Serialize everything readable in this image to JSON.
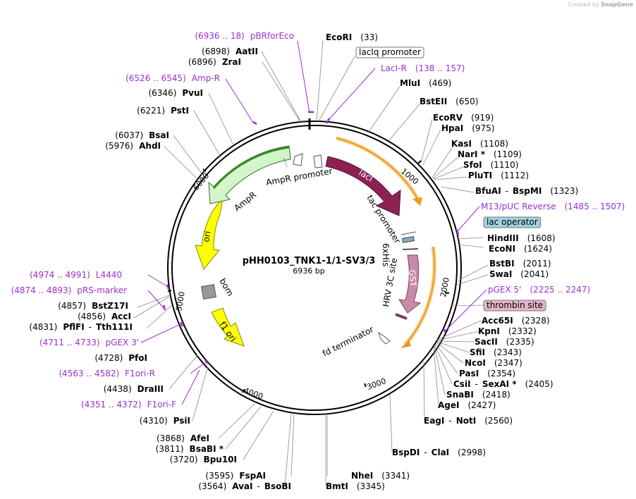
{
  "credit": {
    "prefix": "Created by",
    "brand": "SnapGene"
  },
  "plasmid": {
    "name": "pHH0103_TNK1-1/1-SV3/3",
    "length_label": "6936 bp"
  },
  "ticks": [
    "1000",
    "2000",
    "3000",
    "4000",
    "5000",
    "6000"
  ],
  "colors": {
    "primer": "#9b30d0",
    "lacI": "#8b2252",
    "ampR": "#c6f5c0",
    "ori": "#ffff00",
    "gst": "#c98aa8",
    "feature_orange": "#f0a830"
  },
  "labels": [
    {
      "id": "EcoRI",
      "n": "EcoRI",
      "p": "(33)",
      "t": "enzyme"
    },
    {
      "id": "lacIq",
      "n": "lacIq promoter",
      "t": "box"
    },
    {
      "id": "LacIR",
      "n": "LacI-R",
      "p": "(138 .. 157)",
      "t": "primer"
    },
    {
      "id": "MluI",
      "n": "MluI",
      "p": "(469)",
      "t": "enzyme"
    },
    {
      "id": "BstEII",
      "n": "BstEII",
      "p": "(650)",
      "t": "enzyme"
    },
    {
      "id": "EcoRV",
      "n": "EcoRV",
      "p": "(919)",
      "t": "enzyme"
    },
    {
      "id": "HpaI",
      "n": "HpaI",
      "p": "(975)",
      "t": "enzyme"
    },
    {
      "id": "KasI",
      "n": "KasI",
      "p": "(1108)",
      "t": "enzyme"
    },
    {
      "id": "NarI",
      "n": "NarI *",
      "p": "(1109)",
      "t": "enzyme"
    },
    {
      "id": "SfoI",
      "n": "SfoI",
      "p": "(1110)",
      "t": "enzyme"
    },
    {
      "id": "PluTI",
      "n": "PluTI",
      "p": "(1112)",
      "t": "enzyme"
    },
    {
      "id": "BfuAI",
      "n": "BfuAI",
      "n2": "BspMI",
      "p": "(1323)",
      "t": "enzyme"
    },
    {
      "id": "M13",
      "n": "M13/pUC Reverse",
      "p": "(1485 .. 1507)",
      "t": "primer"
    },
    {
      "id": "lacop",
      "n": "lac operator",
      "t": "box"
    },
    {
      "id": "HindIII",
      "n": "HindIII",
      "p": "(1608)",
      "t": "enzyme"
    },
    {
      "id": "EcoNI",
      "n": "EcoNI",
      "p": "(1624)",
      "t": "enzyme"
    },
    {
      "id": "BstBI",
      "n": "BstBI",
      "p": "(2011)",
      "t": "enzyme"
    },
    {
      "id": "SwaI",
      "n": "SwaI",
      "p": "(2041)",
      "t": "enzyme"
    },
    {
      "id": "pGEX5",
      "n": "pGEX 5'",
      "p": "(2225 .. 2247)",
      "t": "primer"
    },
    {
      "id": "thrombin",
      "n": "thrombin site",
      "t": "box"
    },
    {
      "id": "Acc65I",
      "n": "Acc65I",
      "p": "(2328)",
      "t": "enzyme"
    },
    {
      "id": "KpnI",
      "n": "KpnI",
      "p": "(2332)",
      "t": "enzyme"
    },
    {
      "id": "SacII",
      "n": "SacII",
      "p": "(2335)",
      "t": "enzyme"
    },
    {
      "id": "SfiI",
      "n": "SfiI",
      "p": "(2343)",
      "t": "enzyme"
    },
    {
      "id": "NcoI",
      "n": "NcoI",
      "p": "(2347)",
      "t": "enzyme"
    },
    {
      "id": "PasI",
      "n": "PasI",
      "p": "(2354)",
      "t": "enzyme"
    },
    {
      "id": "CsiI",
      "n": "CsiI",
      "n2": "SexAI *",
      "p": "(2405)",
      "t": "enzyme"
    },
    {
      "id": "SnaBI",
      "n": "SnaBI",
      "p": "(2418)",
      "t": "enzyme"
    },
    {
      "id": "AgeI",
      "n": "AgeI",
      "p": "(2427)",
      "t": "enzyme"
    },
    {
      "id": "EagI",
      "n": "EagI",
      "n2": "NotI",
      "p": "(2560)",
      "t": "enzyme"
    },
    {
      "id": "BspDI",
      "n": "BspDI",
      "n2": "ClaI",
      "p": "(2998)",
      "t": "enzyme"
    },
    {
      "id": "NheI",
      "n": "NheI",
      "p": "(3341)",
      "t": "enzyme"
    },
    {
      "id": "BmtI",
      "n": "BmtI",
      "p": "(3345)",
      "t": "enzyme"
    },
    {
      "id": "FspAI",
      "n": "FspAI",
      "p": "(3595)",
      "t": "enzyme"
    },
    {
      "id": "AvaI",
      "n": "AvaI",
      "n2": "BsoBI",
      "p": "(3564)",
      "t": "enzyme"
    },
    {
      "id": "Bpu10I",
      "n": "Bpu10I",
      "p": "(3720)",
      "t": "enzyme"
    },
    {
      "id": "BsaBI",
      "n": "BsaBI *",
      "p": "(3811)",
      "t": "enzyme"
    },
    {
      "id": "AfeI",
      "n": "AfeI",
      "p": "(3868)",
      "t": "enzyme"
    },
    {
      "id": "PsiI",
      "n": "PsiI",
      "p": "(4310)",
      "t": "enzyme"
    },
    {
      "id": "F1oriF",
      "n": "F1ori-F",
      "p": "(4351 .. 4372)",
      "t": "primer"
    },
    {
      "id": "DraIII",
      "n": "DraIII",
      "p": "(4438)",
      "t": "enzyme"
    },
    {
      "id": "F1oriR",
      "n": "F1ori-R",
      "p": "(4563 .. 4582)",
      "t": "primer"
    },
    {
      "id": "PfoI",
      "n": "PfoI",
      "p": "(4728)",
      "t": "enzyme"
    },
    {
      "id": "pGEX3",
      "n": "pGEX 3'",
      "p": "(4711 .. 4733)",
      "t": "primer"
    },
    {
      "id": "PflFI",
      "n": "PflFI",
      "n2": "Tth111I",
      "p": "(4831)",
      "t": "enzyme"
    },
    {
      "id": "AccI",
      "n": "AccI",
      "p": "(4856)",
      "t": "enzyme"
    },
    {
      "id": "BstZ17I",
      "n": "BstZ17I",
      "p": "(4857)",
      "t": "enzyme"
    },
    {
      "id": "pRS",
      "n": "pRS-marker",
      "p": "(4874 .. 4893)",
      "t": "primer"
    },
    {
      "id": "L4440",
      "n": "L4440",
      "p": "(4974 .. 4991)",
      "t": "primer"
    },
    {
      "id": "AhdI",
      "n": "AhdI",
      "p": "(5976)",
      "t": "enzyme"
    },
    {
      "id": "BsaI",
      "n": "BsaI",
      "p": "(6037)",
      "t": "enzyme"
    },
    {
      "id": "PstI",
      "n": "PstI",
      "p": "(6221)",
      "t": "enzyme"
    },
    {
      "id": "PvuI",
      "n": "PvuI",
      "p": "(6346)",
      "t": "enzyme"
    },
    {
      "id": "AmpR_p",
      "n": "Amp-R",
      "p": "(6526 .. 6545)",
      "t": "primer"
    },
    {
      "id": "ZraI",
      "n": "ZraI",
      "p": "(6896)",
      "t": "enzyme"
    },
    {
      "id": "AatII",
      "n": "AatII",
      "p": "(6898)",
      "t": "enzyme"
    },
    {
      "id": "pBRfor",
      "n": "pBRforEco",
      "p": "(6936 .. 18)",
      "t": "primer"
    }
  ],
  "features": [
    {
      "id": "lacI",
      "n": "lacI"
    },
    {
      "id": "tacprom",
      "n": "tac promoter"
    },
    {
      "id": "sixhis",
      "n": "6xHis"
    },
    {
      "id": "gst",
      "n": "GST"
    },
    {
      "id": "hrv",
      "n": "HRV 3C site"
    },
    {
      "id": "fdterm",
      "n": "fd terminator"
    },
    {
      "id": "f1ori",
      "n": "f1 ori"
    },
    {
      "id": "bom",
      "n": "bom"
    },
    {
      "id": "ori",
      "n": "ori"
    },
    {
      "id": "ampr",
      "n": "AmpR"
    },
    {
      "id": "amprprom",
      "n": "AmpR promoter"
    }
  ]
}
